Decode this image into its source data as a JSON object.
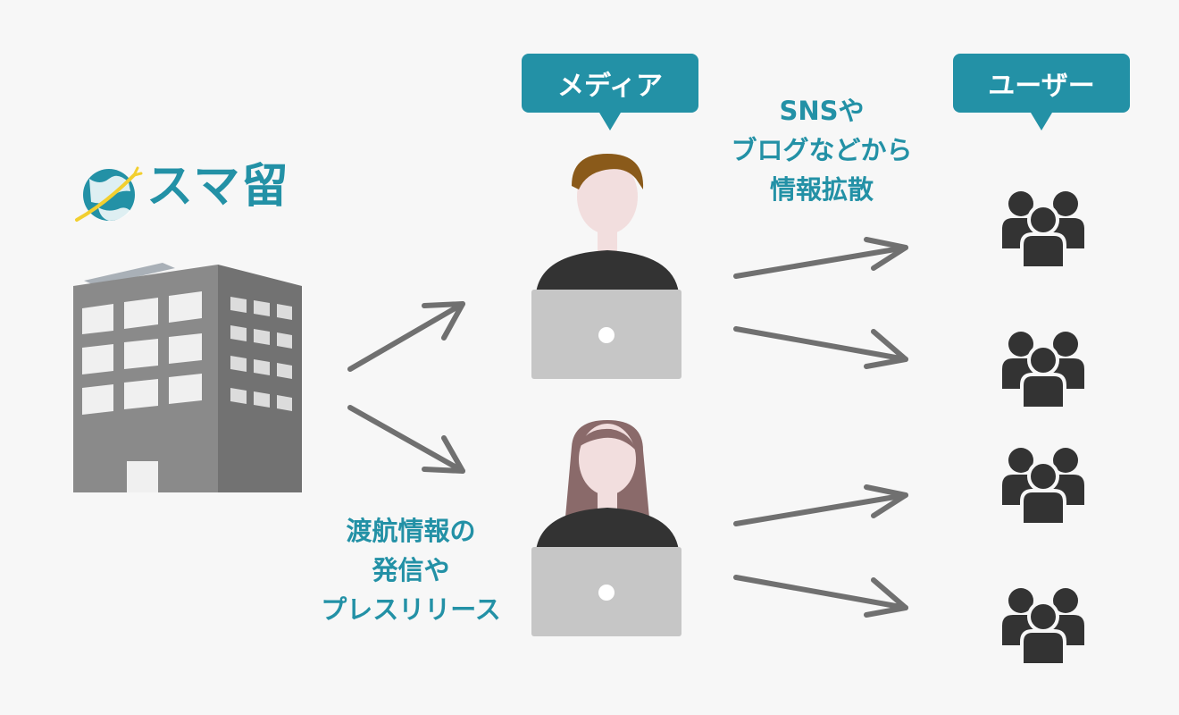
{
  "logo": {
    "text": "スマ留"
  },
  "labels": {
    "media": "メディア",
    "user": "ユーザー"
  },
  "captions": {
    "sns": [
      "SNSや",
      "ブログなどから",
      "情報拡散"
    ],
    "press": [
      "渡航情報の",
      "発信や",
      "プレスリリース"
    ]
  },
  "colors": {
    "accent": "#2391a6",
    "arrow": "#707070",
    "dark": "#333333",
    "laptop": "#c6c6c6",
    "background": "#f7f7f7"
  }
}
